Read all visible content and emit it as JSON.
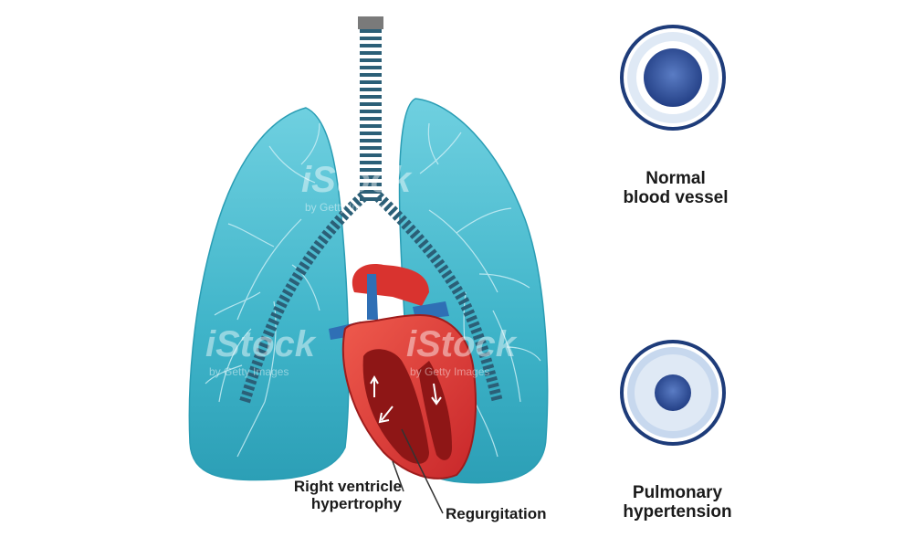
{
  "labels": {
    "normal_line1": "Normal",
    "normal_line2": "blood vessel",
    "pulmonary_line1": "Pulmonary",
    "pulmonary_line2": "hypertension",
    "rvh_line1": "Right ventricle",
    "rvh_line2": "hypertrophy",
    "regurgitation": "Regurgitation"
  },
  "watermark": {
    "brand": "iStock",
    "sub": "by Getty Images"
  },
  "colors": {
    "lung": "#3fb4c9",
    "lung_dark": "#1f8fa6",
    "heart_red": "#d9332f",
    "heart_dark": "#9e1c1c",
    "vein_blue": "#2f6fb5",
    "vessel_outer": "#1e3c7a",
    "vessel_wall": "#dfe9f5",
    "vessel_lumen": "#2a4a94"
  }
}
